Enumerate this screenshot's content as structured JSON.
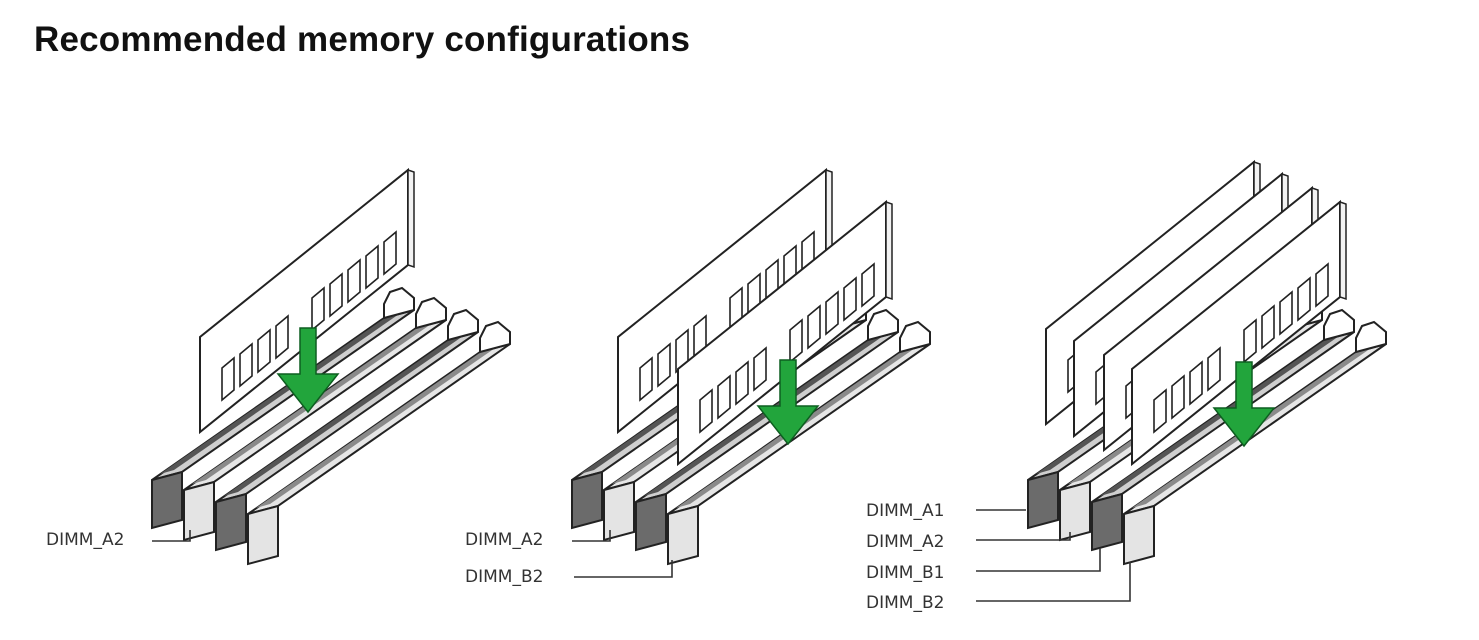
{
  "title": "Recommended memory configurations",
  "configurations": [
    {
      "modules_installed": 1,
      "slots": [
        "DIMM_A2"
      ]
    },
    {
      "modules_installed": 2,
      "slots": [
        "DIMM_A2",
        "DIMM_B2"
      ]
    },
    {
      "modules_installed": 4,
      "slots": [
        "DIMM_A1",
        "DIMM_A2",
        "DIMM_B1",
        "DIMM_B2"
      ]
    }
  ],
  "colors": {
    "arrow": "#22a53c",
    "slot_dark": "#6b6b6b",
    "slot_light": "#dcdcdc",
    "module_fill": "#ffffff",
    "outline": "#222222"
  }
}
